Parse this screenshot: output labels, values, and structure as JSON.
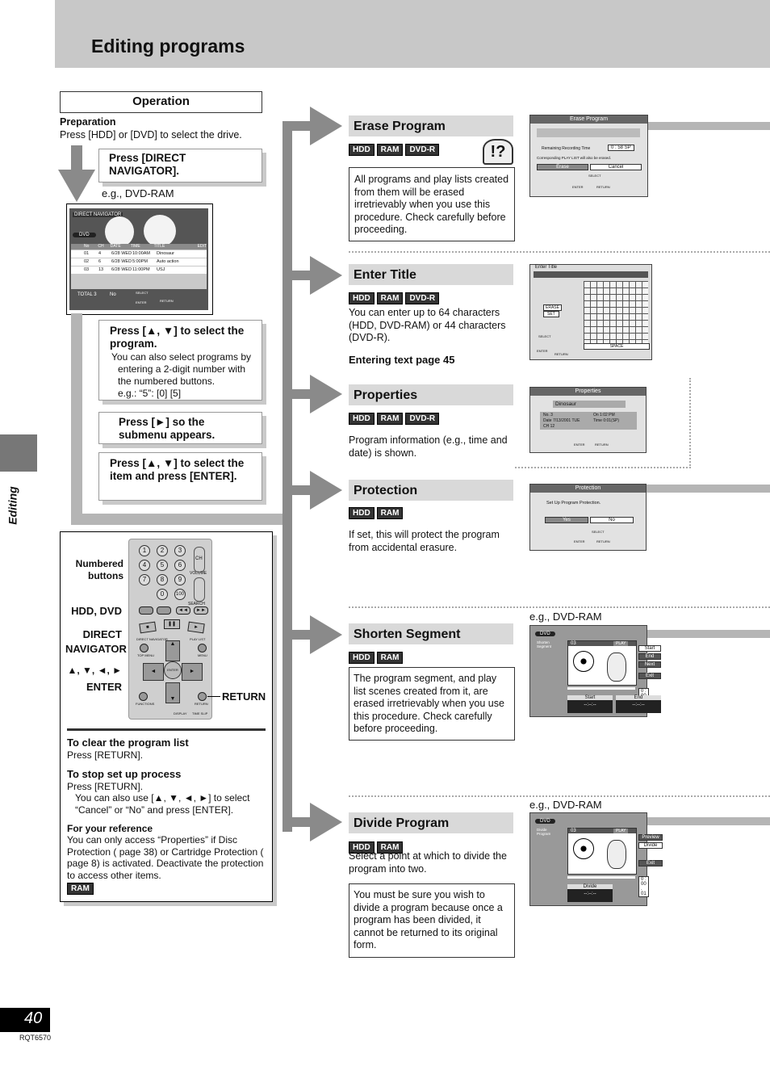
{
  "page": {
    "title": "Editing programs",
    "number": "40",
    "code": "RQT6570",
    "side_tab": "Editing"
  },
  "operation": {
    "heading": "Operation",
    "preparation_label": "Preparation",
    "preparation_text": "Press [HDD] or [DVD] to select the drive.",
    "step1": "Press [DIRECT NAVIGATOR].",
    "eg": "e.g., DVD-RAM",
    "step2_title": "Press [▲, ▼] to select the program.",
    "step2_note": "You can also select programs by entering a 2-digit number with the numbered buttons.",
    "step2_eg": "e.g.: “5”: [0]     [5]",
    "step3": "Press [►] so the submenu appears.",
    "step4": "Press [▲, ▼] to select the item and press [ENTER]."
  },
  "navigator": {
    "title": "DIRECT NAVIGATOR",
    "drive": "DVD",
    "columns": [
      "No",
      "CH",
      "DATE",
      "TIME",
      "TITLE",
      "EDIT"
    ],
    "rows": [
      [
        "01",
        "4",
        "6/28 WED",
        "10:00AM",
        "Dinosaur"
      ],
      [
        "02",
        "6",
        "6/28 WED",
        "5:00PM",
        "Auto action"
      ],
      [
        "03",
        "13",
        "6/28 WED",
        "11:00PM",
        "USJ"
      ]
    ],
    "total": "TOTAL 3",
    "no_label": "No",
    "select": "SELECT",
    "enter": "ENTER",
    "return": "RETURN"
  },
  "remote": {
    "labels": {
      "numbered": "Numbered buttons",
      "hdd_dvd": "HDD, DVD",
      "direct_nav": "DIRECT NAVIGATOR",
      "arrows": "▲, ▼, ◄, ►",
      "enter": "ENTER",
      "return": "RETURN"
    },
    "keys": [
      "1",
      "2",
      "3",
      "4",
      "5",
      "6",
      "7",
      "8",
      "9",
      "0",
      "100"
    ],
    "small_labels": {
      "ch": "CH",
      "volume": "VOLUME",
      "direct": "DIRECT NAVIGATOR",
      "playlist": "PLAY LIST",
      "top": "TOP MENU",
      "menu": "MENU",
      "enter_key": "ENTER",
      "functions": "FUNCTIONS",
      "return_key": "RETURN",
      "display": "DISPLAY",
      "timeslip": "TIME SLIP",
      "search": "SEARCH"
    }
  },
  "notes": {
    "clear_title": "To clear the program list",
    "clear_text": "Press [RETURN].",
    "stop_title": "To stop set up process",
    "stop_text": "Press [RETURN].",
    "stop_note": "You can also use [▲, ▼, ◄, ►] to select “Cancel” or “No” and press [ENTER].",
    "ref_title": "For your reference",
    "ref_text": "You can only access “Properties” if Disc Protection (     page 38) or Cartridge Protection (     page 8) is activated. Deactivate the protection to access other items.",
    "ref_badge": "RAM"
  },
  "sections": [
    {
      "id": "erase",
      "title": "Erase Program",
      "badges": [
        "HDD",
        "RAM",
        "DVD-R"
      ],
      "body": "All programs and play lists created from them will be erased irretrievably when you use this procedure. Check carefully before proceeding."
    },
    {
      "id": "entertitle",
      "title": "Enter Title",
      "badges": [
        "HDD",
        "RAM",
        "DVD-R"
      ],
      "body": "You can enter up to 64 characters (HDD, DVD-RAM) or 44 characters (DVD-R).",
      "extra": "Entering text     page 45"
    },
    {
      "id": "properties",
      "title": "Properties",
      "badges": [
        "HDD",
        "RAM",
        "DVD-R"
      ],
      "body": "Program information (e.g., time and date) is shown."
    },
    {
      "id": "protection",
      "title": "Protection",
      "badges": [
        "HDD",
        "RAM"
      ],
      "body": "If set, this will protect the program from accidental erasure."
    },
    {
      "id": "shorten",
      "title": "Shorten Segment",
      "badges": [
        "HDD",
        "RAM"
      ],
      "body": "The program segment, and play list scenes created from it, are erased irretrievably when you use this procedure. Check carefully before proceeding.",
      "eg": "e.g., DVD-RAM"
    },
    {
      "id": "divide",
      "title": "Divide Program",
      "badges": [
        "HDD",
        "RAM"
      ],
      "body": "Select a point at which to divide the program into two.",
      "warn": "You must be sure you wish to divide a program because once a program has been divided, it cannot be returned to its original form.",
      "eg": "e.g., DVD-RAM"
    }
  ],
  "screens": {
    "erase": {
      "title": "Erase Program",
      "remaining": "Remaining Recording Time",
      "remaining_val": "0 : 58 SP",
      "note": "Corresponding PLAY LIST will also be erased.",
      "btn1": "Erase",
      "btn2": "Cancel",
      "select": "SELECT",
      "enter": "ENTER",
      "return": "RETURN"
    },
    "entertitle": {
      "title": "Enter Title",
      "erase": "ERASE",
      "set": "SET",
      "space": "SPACE",
      "select": "SELECT",
      "enter": "ENTER",
      "return": "RETURN"
    },
    "properties": {
      "title": "Properties",
      "name": "Dinosaur",
      "no": "No.   3",
      "date": "Date  7/13/2001 TUE",
      "ch": "CH    12",
      "on": "On    1:02 PM",
      "time": "Time  0:01(SP)",
      "enter": "ENTER",
      "return": "RETURN"
    },
    "protection": {
      "title": "Protection",
      "text": "Set Up Program Protection.",
      "yes": "Yes",
      "no": "No",
      "select": "SELECT",
      "enter": "ENTER",
      "return": "RETURN"
    },
    "shorten": {
      "drive": "DVD",
      "side": "Shorten Segment",
      "num": "03",
      "play": "PLAY",
      "menu": [
        "Start",
        "End",
        "Next",
        "Exit"
      ],
      "start": "Start",
      "end": "End",
      "time": "0 : 00 . 01",
      "blank": "--:--:--"
    },
    "divide": {
      "drive": "DVD",
      "side": "Divide Program",
      "num": "03",
      "play": "PLAY",
      "menu": [
        "Preview",
        "Divide",
        "Exit"
      ],
      "label": "Divide",
      "time": "0 : 00 . 01",
      "blank": "--:--:--"
    }
  }
}
